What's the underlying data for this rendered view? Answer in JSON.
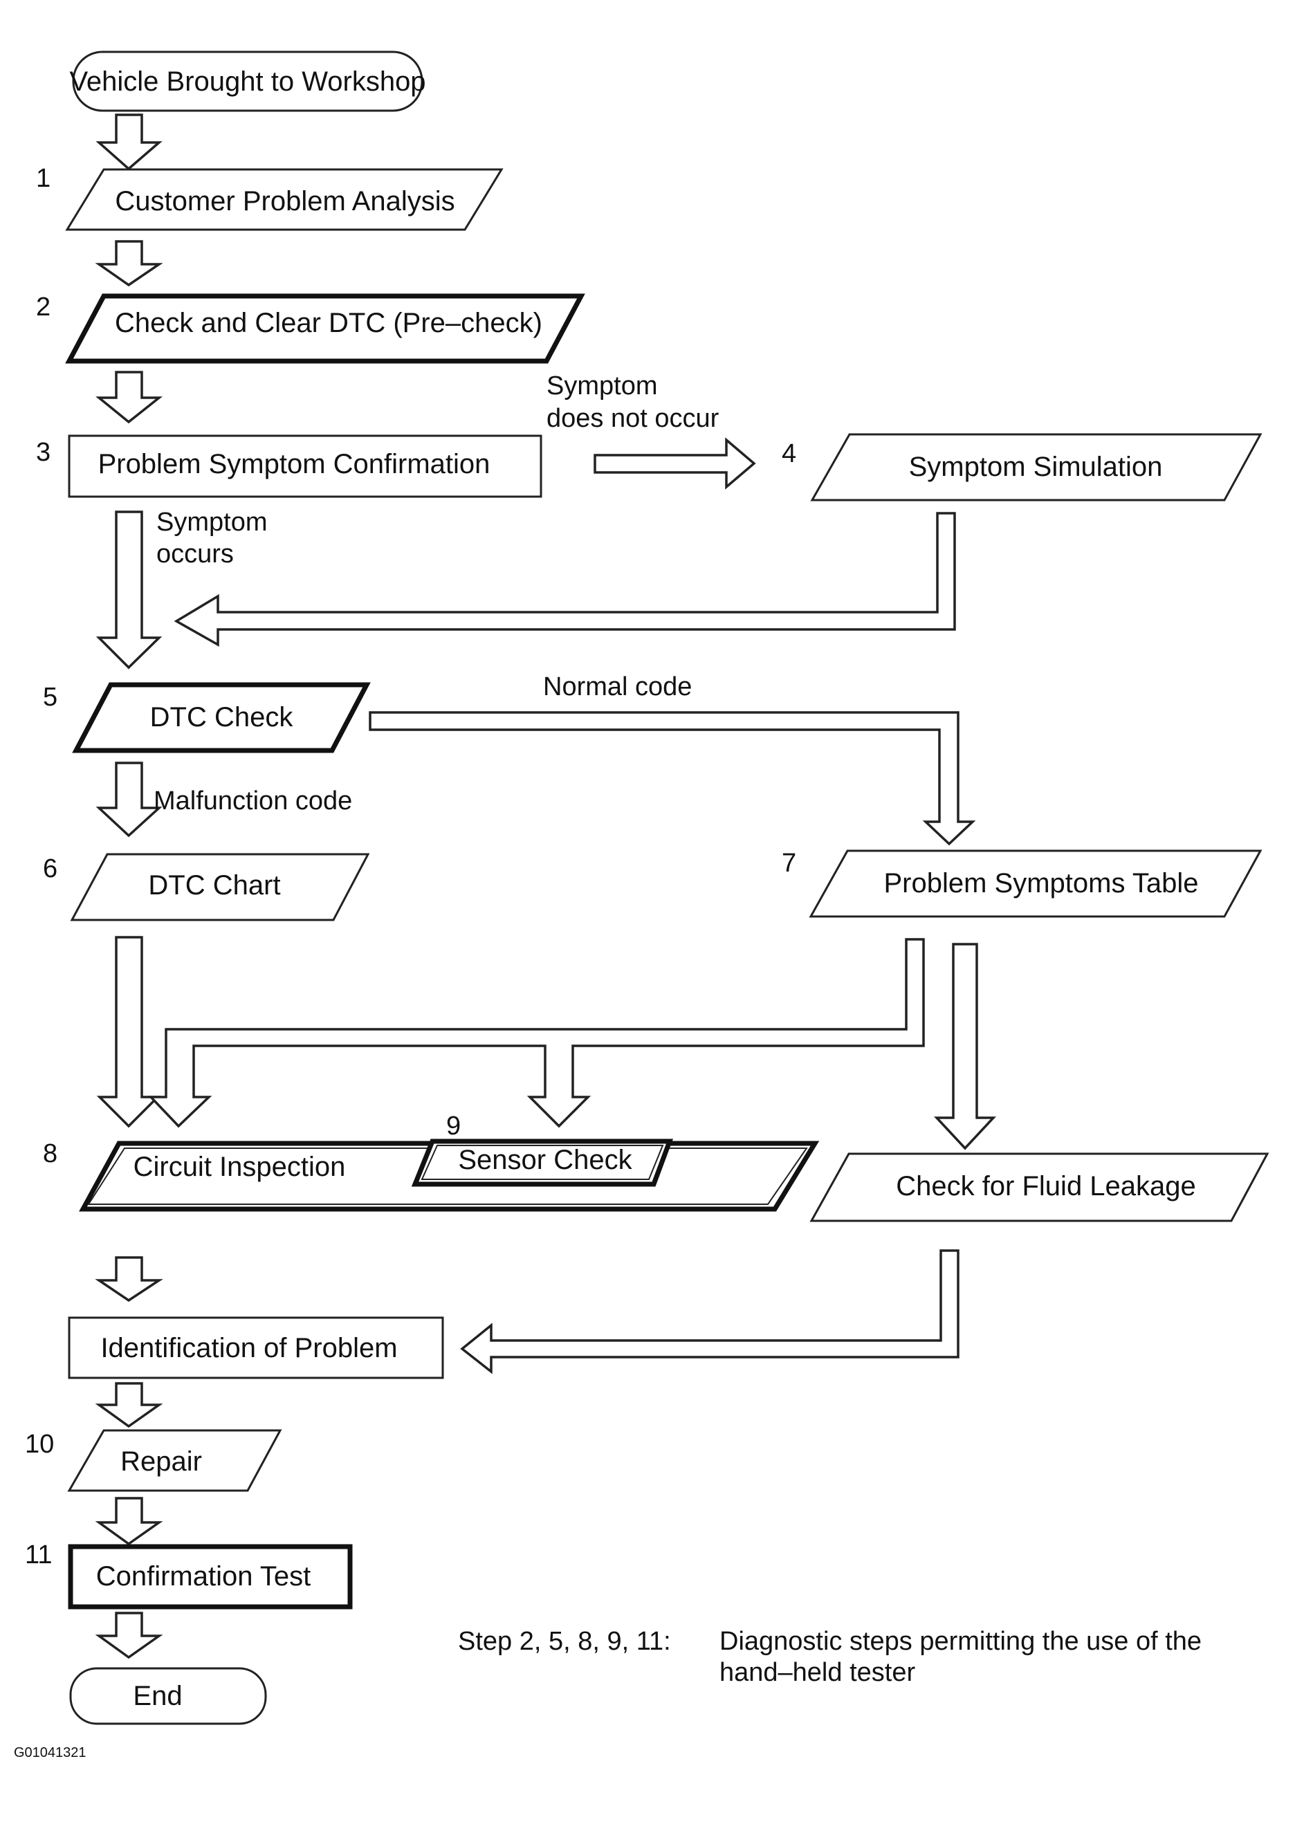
{
  "steps": {
    "start": {
      "label": "Vehicle Brought to Workshop"
    },
    "s1": {
      "num": "1",
      "label": "Customer Problem Analysis"
    },
    "s2": {
      "num": "2",
      "label": "Check and Clear DTC (Pre–check)"
    },
    "s3": {
      "num": "3",
      "label": "Problem Symptom Confirmation"
    },
    "s4": {
      "num": "4",
      "label": "Symptom Simulation"
    },
    "s5": {
      "num": "5",
      "label": "DTC Check"
    },
    "s6": {
      "num": "6",
      "label": "DTC Chart"
    },
    "s7": {
      "num": "7",
      "label": "Problem Symptoms Table"
    },
    "s8": {
      "num": "8",
      "label": "Circuit Inspection"
    },
    "s9": {
      "num": "9",
      "label": "Sensor Check"
    },
    "fluid": {
      "label": "Check for Fluid Leakage"
    },
    "ident": {
      "label": "Identification of Problem"
    },
    "s10": {
      "num": "10",
      "label": "Repair"
    },
    "s11": {
      "num": "11",
      "label": "Confirmation Test"
    },
    "end": {
      "label": "End"
    }
  },
  "edges": {
    "symptom_not_occur_line1": "Symptom",
    "symptom_not_occur_line2": "does not occur",
    "symptom_occurs_line1": "Symptom",
    "symptom_occurs_line2": "occurs",
    "normal_code": "Normal code",
    "malfunction_code": "Malfunction code"
  },
  "note": {
    "steps": "Step 2, 5, 8, 9, 11:",
    "line1": "Diagnostic steps permitting the use of the",
    "line2": "hand–held tester"
  },
  "figure_id": "G01041321"
}
